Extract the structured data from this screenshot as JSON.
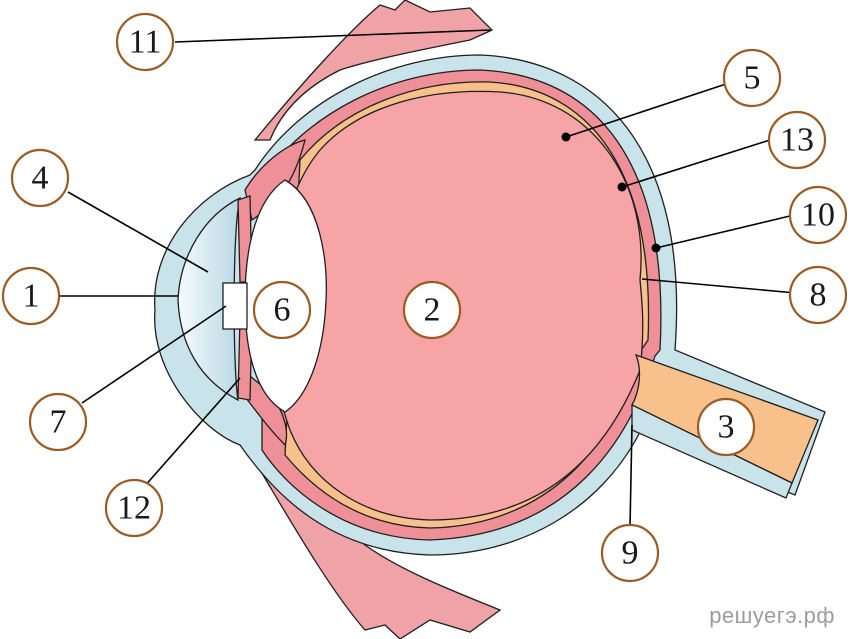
{
  "colors": {
    "sclera": "#c9e3ea",
    "muscle": "#f0a3a6",
    "choroid": "#ef8f97",
    "retina": "#f8c08a",
    "vitreous": "#f7a4a6",
    "lens": "#ffffff",
    "aqueous": "#d6eaf2",
    "callout_border": "#9a5c22"
  },
  "labels": {
    "l1": "1",
    "l2": "2",
    "l3": "3",
    "l4": "4",
    "l5": "5",
    "l6": "6",
    "l7": "7",
    "l8": "8",
    "l9": "9",
    "l10": "10",
    "l11": "11",
    "l12": "12",
    "l13": "13"
  },
  "watermark": "решуегэ.рф"
}
